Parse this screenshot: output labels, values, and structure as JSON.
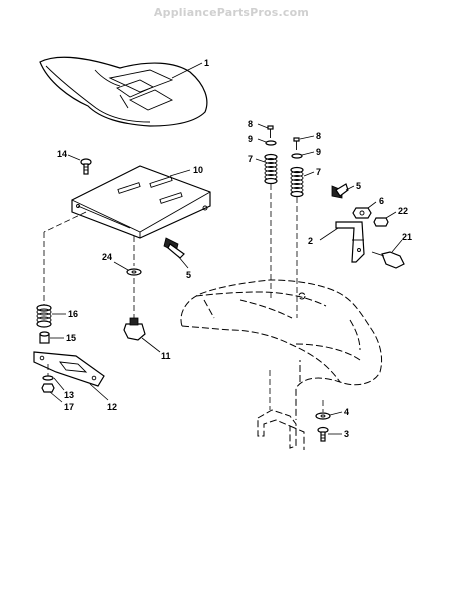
{
  "watermark": "AppliancePartsPros.com",
  "callouts": {
    "seat": "1",
    "seat_pan": "10",
    "bolt_14": "14",
    "knob_5_left": "5",
    "washer_24": "24",
    "knob_11": "11",
    "spring_16": "16",
    "bushing_15": "15",
    "bracket_12": "12",
    "washer_13": "13",
    "nut_17": "17",
    "bolt_8_left": "8",
    "bolt_8_right": "8",
    "washer_9_left": "9",
    "washer_9_right": "9",
    "spring_7_left": "7",
    "spring_7_right": "7",
    "knob_5_right": "5",
    "nut_6": "6",
    "washer_22": "22",
    "bracket_2": "2",
    "bolt_21": "21",
    "washer_4": "4",
    "bolt_3": "3"
  }
}
